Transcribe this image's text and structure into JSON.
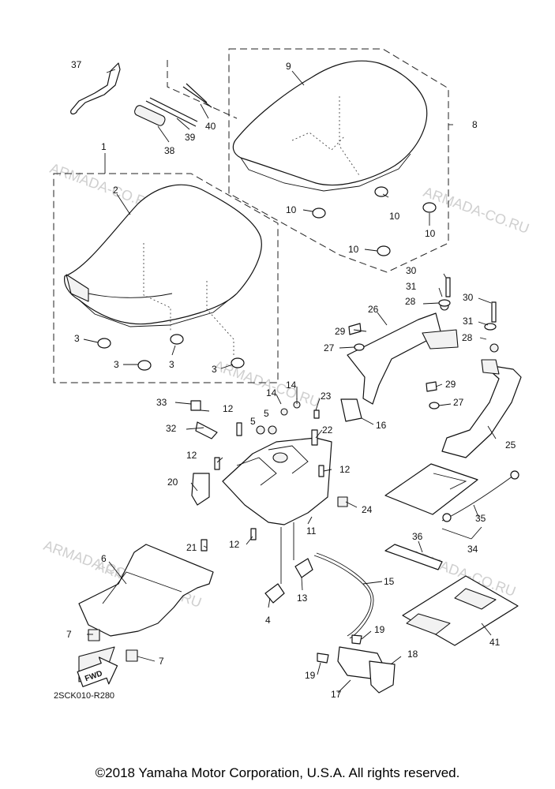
{
  "diagram": {
    "callouts": {
      "n1": "1",
      "n2": "2",
      "n3a": "3",
      "n3b": "3",
      "n3c": "3",
      "n3d": "3",
      "n4": "4",
      "n5a": "5",
      "n5b": "5",
      "n6": "6",
      "n7a": "7",
      "n7b": "7",
      "n8": "8",
      "n9": "9",
      "n10a": "10",
      "n10b": "10",
      "n10c": "10",
      "n10d": "10",
      "n11": "11",
      "n12a": "12",
      "n12b": "12",
      "n12c": "12",
      "n12d": "12",
      "n13": "13",
      "n14a": "14",
      "n14b": "14",
      "n15": "15",
      "n16": "16",
      "n17": "17",
      "n18": "18",
      "n19a": "19",
      "n19b": "19",
      "n20": "20",
      "n21": "21",
      "n22": "22",
      "n23": "23",
      "n24": "24",
      "n25": "25",
      "n26": "26",
      "n27a": "27",
      "n27b": "27",
      "n28a": "28",
      "n28b": "28",
      "n29a": "29",
      "n29b": "29",
      "n30a": "30",
      "n30b": "30",
      "n31a": "31",
      "n31b": "31",
      "n32": "32",
      "n33": "33",
      "n34": "34",
      "n35": "35",
      "n36": "36",
      "n37": "37",
      "n38": "38",
      "n39": "39",
      "n40": "40",
      "n41": "41"
    },
    "fwd_label": "FWD",
    "drawing_code": "2SCK010-R280",
    "watermark": "ARMADA-CO.RU"
  },
  "copyright": "©2018 Yamaha Motor Corporation, U.S.A. All rights reserved."
}
